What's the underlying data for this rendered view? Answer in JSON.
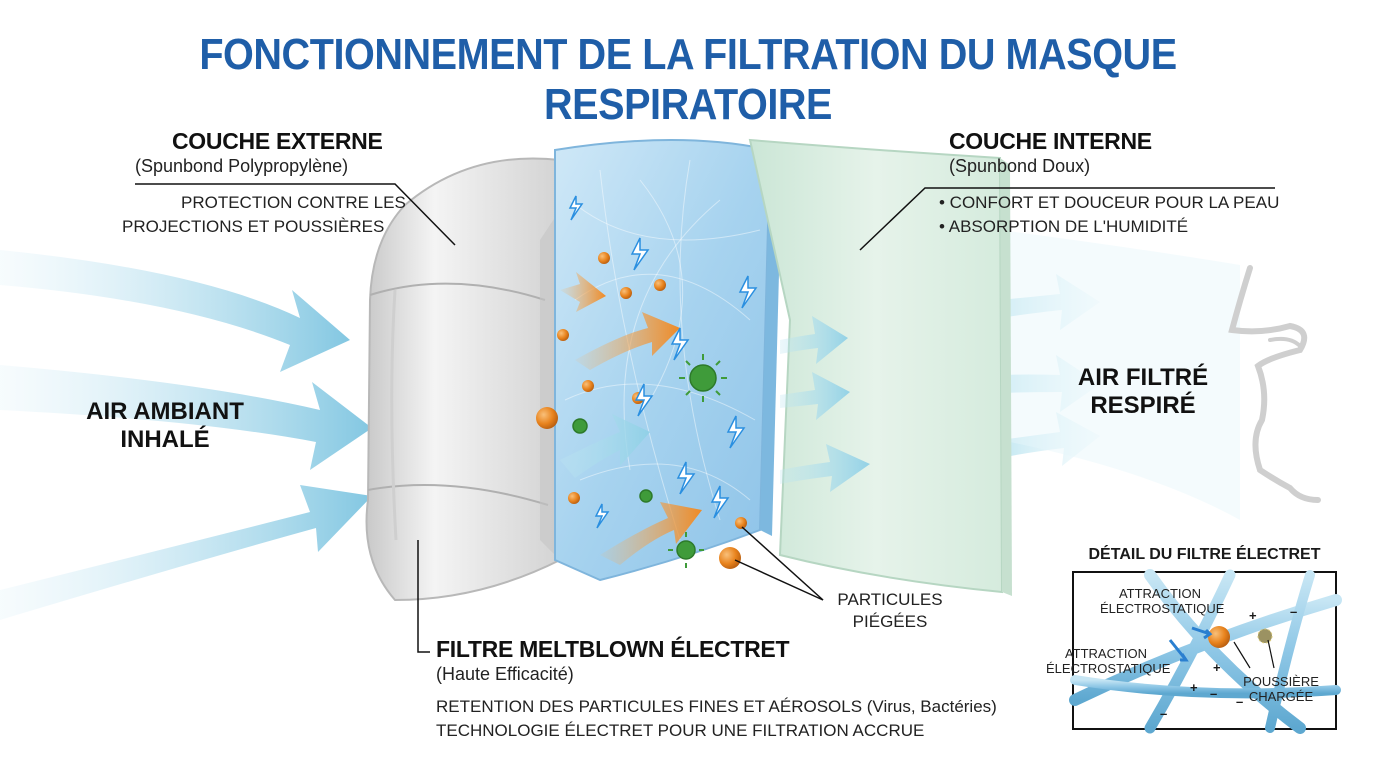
{
  "title": "FONCTIONNEMENT DE LA FILTRATION DU MASQUE RESPIRATOIRE",
  "outer_layer": {
    "heading": "COUCHE EXTERNE",
    "material": "(Spunbond Polypropylène)",
    "desc_1": "PROTECTION CONTRE LES",
    "desc_2": "PROJECTIONS ET POUSSIÈRES"
  },
  "inner_layer": {
    "heading": "COUCHE INTERNE",
    "material": "(Spunbond Doux)",
    "bullet_1": "• CONFORT ET DOUCEUR POUR LA PEAU",
    "bullet_2": "• ABSORPTION DE L'HUMIDITÉ"
  },
  "ambient_air": {
    "line_1": "AIR AMBIANT",
    "line_2": "INHALÉ"
  },
  "filtered_air": {
    "line_1": "AIR FILTRÉ",
    "line_2": "RESPIRÉ"
  },
  "trapped_particles": {
    "line_1": "PARTICULES",
    "line_2": "PIÉGÉES"
  },
  "meltblown": {
    "heading": "FILTRE MELTBLOWN ÉLECTRET",
    "material": "(Haute Efficacité)",
    "desc_1": "RETENTION DES PARTICULES FINES ET AÉROSOLS (Virus, Bactéries)",
    "desc_2": "TECHNOLOGIE ÉLECTRET POUR UNE FILTRATION ACCRUE"
  },
  "electret_detail": {
    "heading": "DÉTAIL DU FILTRE ÉLECTRET",
    "attraction_1a": "ATTRACTION",
    "attraction_1b": "ÉLECTROSTATIQUE",
    "attraction_2a": "ATTRACTION",
    "attraction_2b": "ÉLECTROSTATIQUE",
    "dust_1": "POUSSIÈRE",
    "dust_2": "CHARGÉE",
    "plus_sign": "+",
    "minus_sign": "–"
  },
  "colors": {
    "title": "#1f5ea8",
    "air_arrow": "#8fd0e6",
    "filter_blue": "#a9d3ee",
    "inner_green": "#dcefe4",
    "particle_orange": "#e8831d",
    "virus_green": "#3f9b3a",
    "spark": "#2a8fe0",
    "fiber": "#8ec7e6"
  },
  "icons": [
    "nose-profile-icon",
    "virus-icon",
    "lightning-icon",
    "arrow-icon"
  ]
}
